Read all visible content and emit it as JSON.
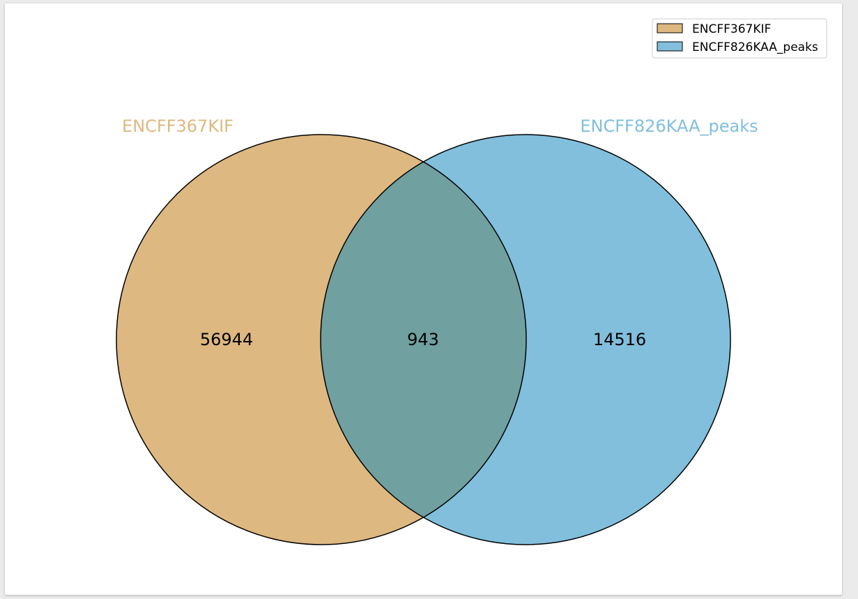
{
  "venn": {
    "sets": [
      {
        "name": "ENCFF367KIF",
        "color": "#d9a85e"
      },
      {
        "name": "ENCFF826KAA_peaks",
        "color": "#5cb0d6"
      }
    ],
    "regions": {
      "only_a": "56944",
      "intersection": "943",
      "only_b": "14516"
    },
    "legend": {
      "items": [
        {
          "label": "ENCFF367KIF",
          "color": "#ddb881"
        },
        {
          "label": "ENCFF826KAA_peaks",
          "color": "#81bfdc"
        }
      ],
      "placement": "top-right"
    }
  }
}
